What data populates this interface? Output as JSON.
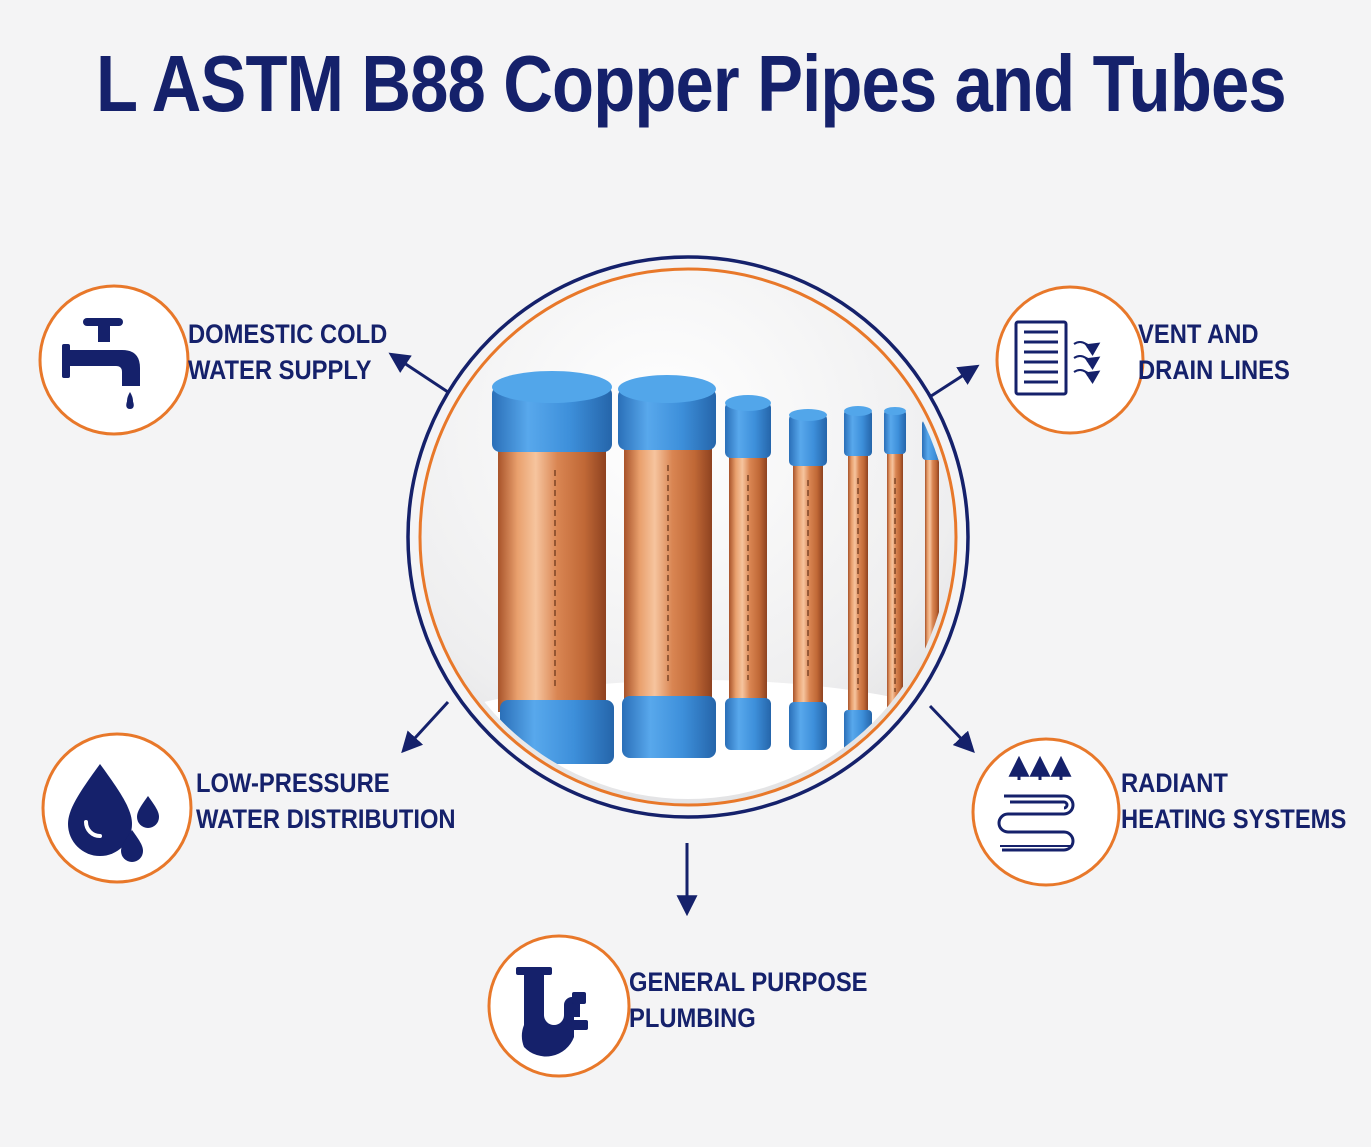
{
  "title": "L ASTM B88 Copper Pipes and Tubes",
  "colors": {
    "navy": "#15216b",
    "orange": "#e8782a",
    "copper": "#d9894f",
    "cap_blue": "#3e92dc",
    "background": "#f4f4f5"
  },
  "applications": [
    {
      "icon": "faucet-icon",
      "line1": "DOMESTIC COLD",
      "line2": "WATER SUPPLY"
    },
    {
      "icon": "vent-icon",
      "line1": "VENT AND",
      "line2": "DRAIN LINES"
    },
    {
      "icon": "water-drops-icon",
      "line1": "LOW-PRESSURE",
      "line2": "WATER DISTRIBUTION"
    },
    {
      "icon": "radiant-heating-icon",
      "line1": "RADIANT",
      "line2": "HEATING SYSTEMS"
    },
    {
      "icon": "p-trap-icon",
      "line1": "GENERAL PURPOSE",
      "line2": "PLUMBING"
    }
  ]
}
